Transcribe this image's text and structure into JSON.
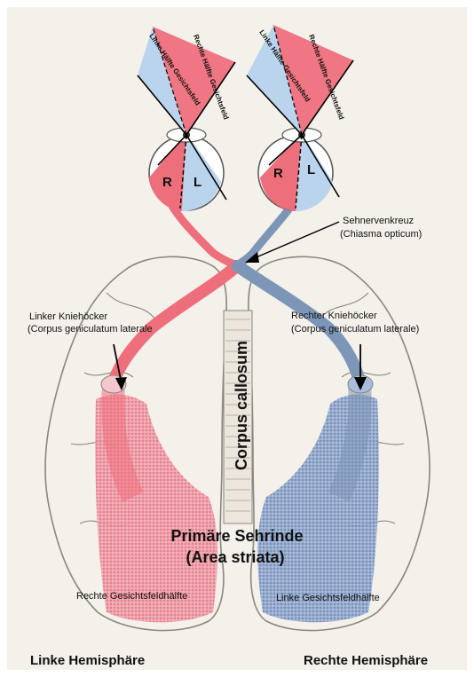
{
  "labels": {
    "vf_left_half": "Linke Hälfte Gesichtsfeld",
    "vf_right_half": "Rechte Hälfte Gesichtsfeld",
    "eye_r": "R",
    "eye_l": "L",
    "chiasma_line1": "Sehnervenkreuz",
    "chiasma_line2": "(Chiasma opticum)",
    "lgn_left_line1": "Linker Kniehöcker",
    "lgn_left_line2": "(Corpus geniculatum laterale",
    "lgn_right_line1": "Rechter Kniehöcker",
    "lgn_right_line2": "(Corpus geniculatum laterale)",
    "corpus_callosum": "Corpus callosum",
    "cortex_line1": "Primäre Sehrinde",
    "cortex_line2": "(Area striata)",
    "left_cortex_field": "Rechte Gesichtsfeldhälfte",
    "right_cortex_field": "Linke Gesichtsfeldhälfte",
    "hemisphere_left": "Linke Hemisphäre",
    "hemisphere_right": "Rechte Hemisphäre"
  },
  "colors": {
    "paper": "#f4f0ea",
    "red": "#ee6f7c",
    "blue": "#b9d4ec",
    "nerve_blue": "#7d96b8",
    "cortex_red": "#e98b99",
    "cortex_blue": "#7a92bd",
    "outline": "#8a8680"
  }
}
